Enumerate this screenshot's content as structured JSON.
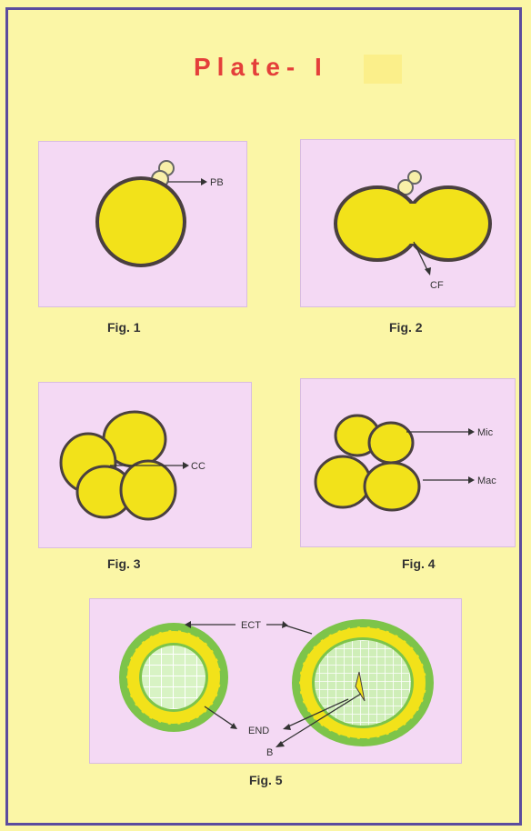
{
  "plate": {
    "title": "Plate- I"
  },
  "figures": [
    {
      "caption": "Fig. 1",
      "labels": [
        "PB"
      ]
    },
    {
      "caption": "Fig. 2",
      "labels": [
        "CF"
      ]
    },
    {
      "caption": "Fig. 3",
      "labels": [
        "CC"
      ]
    },
    {
      "caption": "Fig. 4",
      "labels": [
        "Mic",
        "Mac"
      ]
    },
    {
      "caption": "Fig. 5",
      "labels": [
        "ECT",
        "END",
        "B"
      ]
    }
  ],
  "colors": {
    "background": "#fbf6a6",
    "border": "#5b4c9e",
    "panel": "#f4d9f4",
    "title": "#e43f3a",
    "cell_fill": "#f2e21a",
    "cell_outline": "#4a4040",
    "ectoderm": "#7dc44a",
    "endoderm": "#d8f3c4"
  }
}
